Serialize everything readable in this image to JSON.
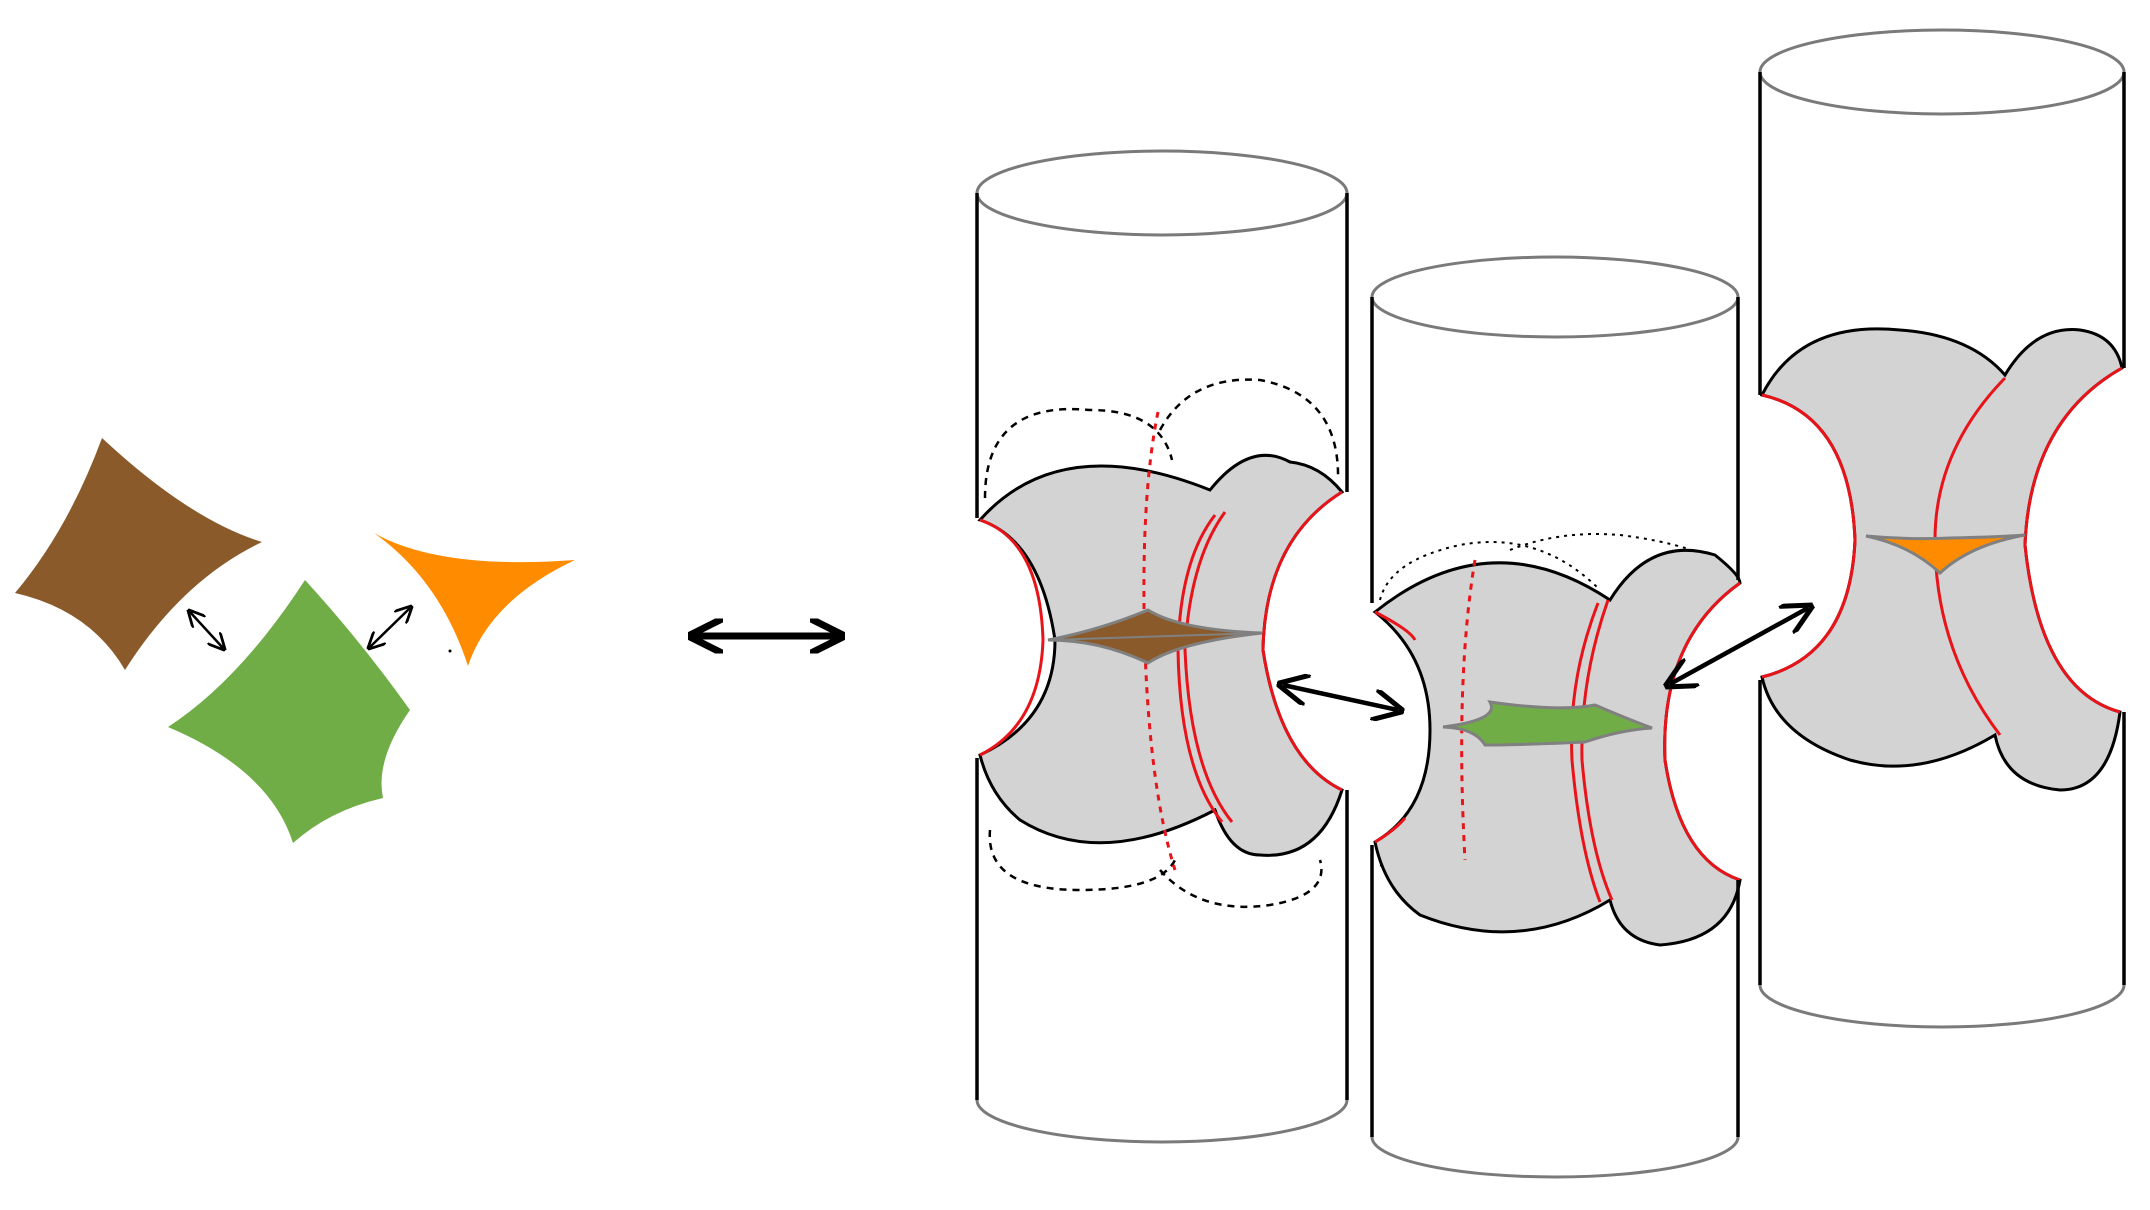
{
  "colors": {
    "brown": "#8b5a2b",
    "green": "#70ad47",
    "orange": "#ff8c00",
    "red": "#e8141a",
    "gray_fill": "#d3d3d3",
    "cylinder_outline": "#7a7a7a",
    "ink": "#000000",
    "background": "#ffffff"
  },
  "shapes_left": [
    {
      "name": "brown-concave-quadrilateral",
      "color_key": "brown",
      "sides": 4
    },
    {
      "name": "green-concave-quadrilateral",
      "color_key": "green",
      "sides": 4
    },
    {
      "name": "orange-concave-triangle",
      "color_key": "orange",
      "sides": 3
    }
  ],
  "cylinders": [
    {
      "name": "cylinder-brown",
      "highlight_key": "brown"
    },
    {
      "name": "cylinder-green",
      "highlight_key": "green"
    },
    {
      "name": "cylinder-orange",
      "highlight_key": "orange"
    }
  ],
  "arrows": [
    {
      "name": "arrow-brown-green",
      "style": "double-headed"
    },
    {
      "name": "arrow-green-orange",
      "style": "double-headed"
    },
    {
      "name": "arrow-equivalence",
      "style": "double-headed"
    },
    {
      "name": "arrow-cylinder-1-2",
      "style": "double-headed"
    },
    {
      "name": "arrow-cylinder-2-3",
      "style": "double-headed"
    }
  ]
}
